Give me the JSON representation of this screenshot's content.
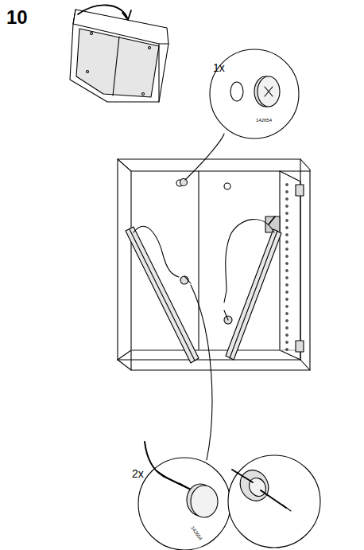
{
  "diagram": {
    "labels": [
      "10",
      "1x",
      "142654",
      "2x",
      "142654"
    ]
  }
}
